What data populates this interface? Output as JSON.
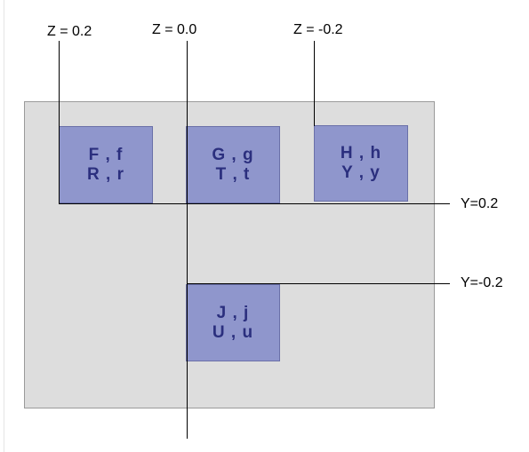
{
  "z_labels": {
    "z_pos": "Z = 0.2",
    "z_zero": "Z = 0.0",
    "z_neg": "Z = -0.2"
  },
  "y_labels": {
    "y_pos": "Y=0.2",
    "y_neg": "Y=-0.2"
  },
  "keys": [
    {
      "line1": "F , f",
      "line2": "R , r"
    },
    {
      "line1": "G , g",
      "line2": "T , t"
    },
    {
      "line1": "H , h",
      "line2": "Y , y"
    },
    {
      "line1": "J , j",
      "line2": "U , u"
    }
  ],
  "colors": {
    "key_fill": "#8f96cc",
    "key_text": "#2b2f7e",
    "panel": "#dddddd"
  }
}
